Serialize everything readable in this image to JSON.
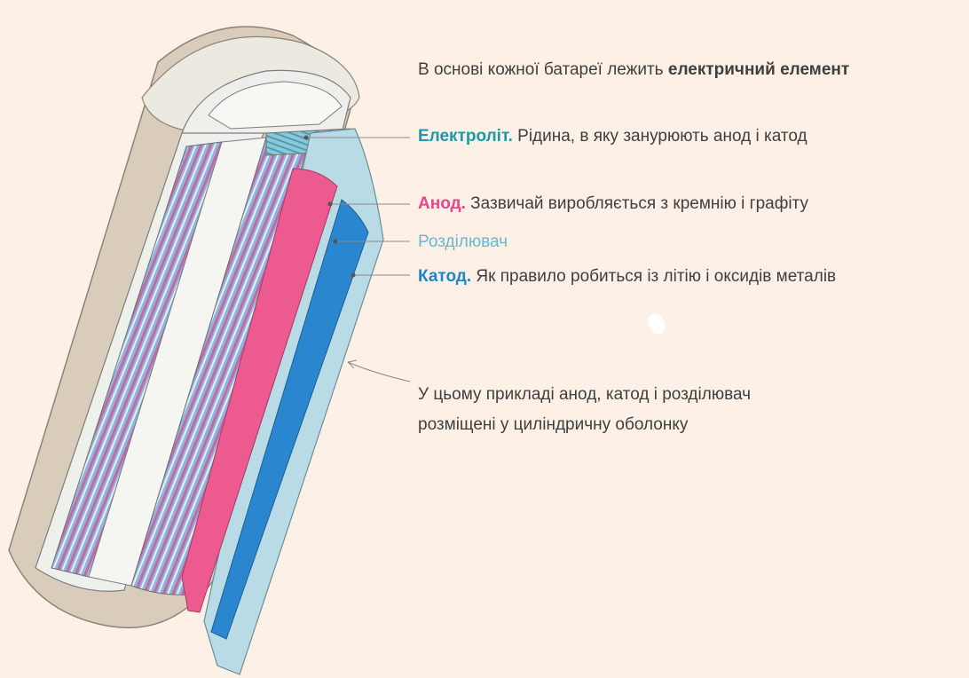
{
  "intro": {
    "text": "В основі кожної батареї лежить ",
    "bold": "електричний елемент"
  },
  "electrolyte": {
    "term": "Електроліт.",
    "text": " Рідина, в яку занурюють анод і катод",
    "color": "#1a9aa8"
  },
  "anode": {
    "term": "Анод.",
    "text": " Зазвичай виробляється з кремнію і графіту",
    "color": "#e74687"
  },
  "separator": {
    "term": "Розділювач",
    "color": "#6bb6cf"
  },
  "cathode": {
    "term": "Катод.",
    "text": " Як правило робиться із літію і оксидів металів",
    "color": "#1f84c8"
  },
  "note": {
    "line1": "У цьому прикладі анод, катод і розділювач",
    "line2": "розміщені у циліндричну оболонку"
  },
  "colors": {
    "background": "#fdf0e6",
    "shell": "#d9ccba",
    "inner": "#eef0ec",
    "stripe_pink": "#c46fa8",
    "stripe_blue": "#7fa9d8",
    "separator_fill": "#b9dbe6",
    "cathode_fill": "#2a86cf",
    "anode_fill": "#ec5a8f",
    "leader": "#8a8a8a"
  }
}
